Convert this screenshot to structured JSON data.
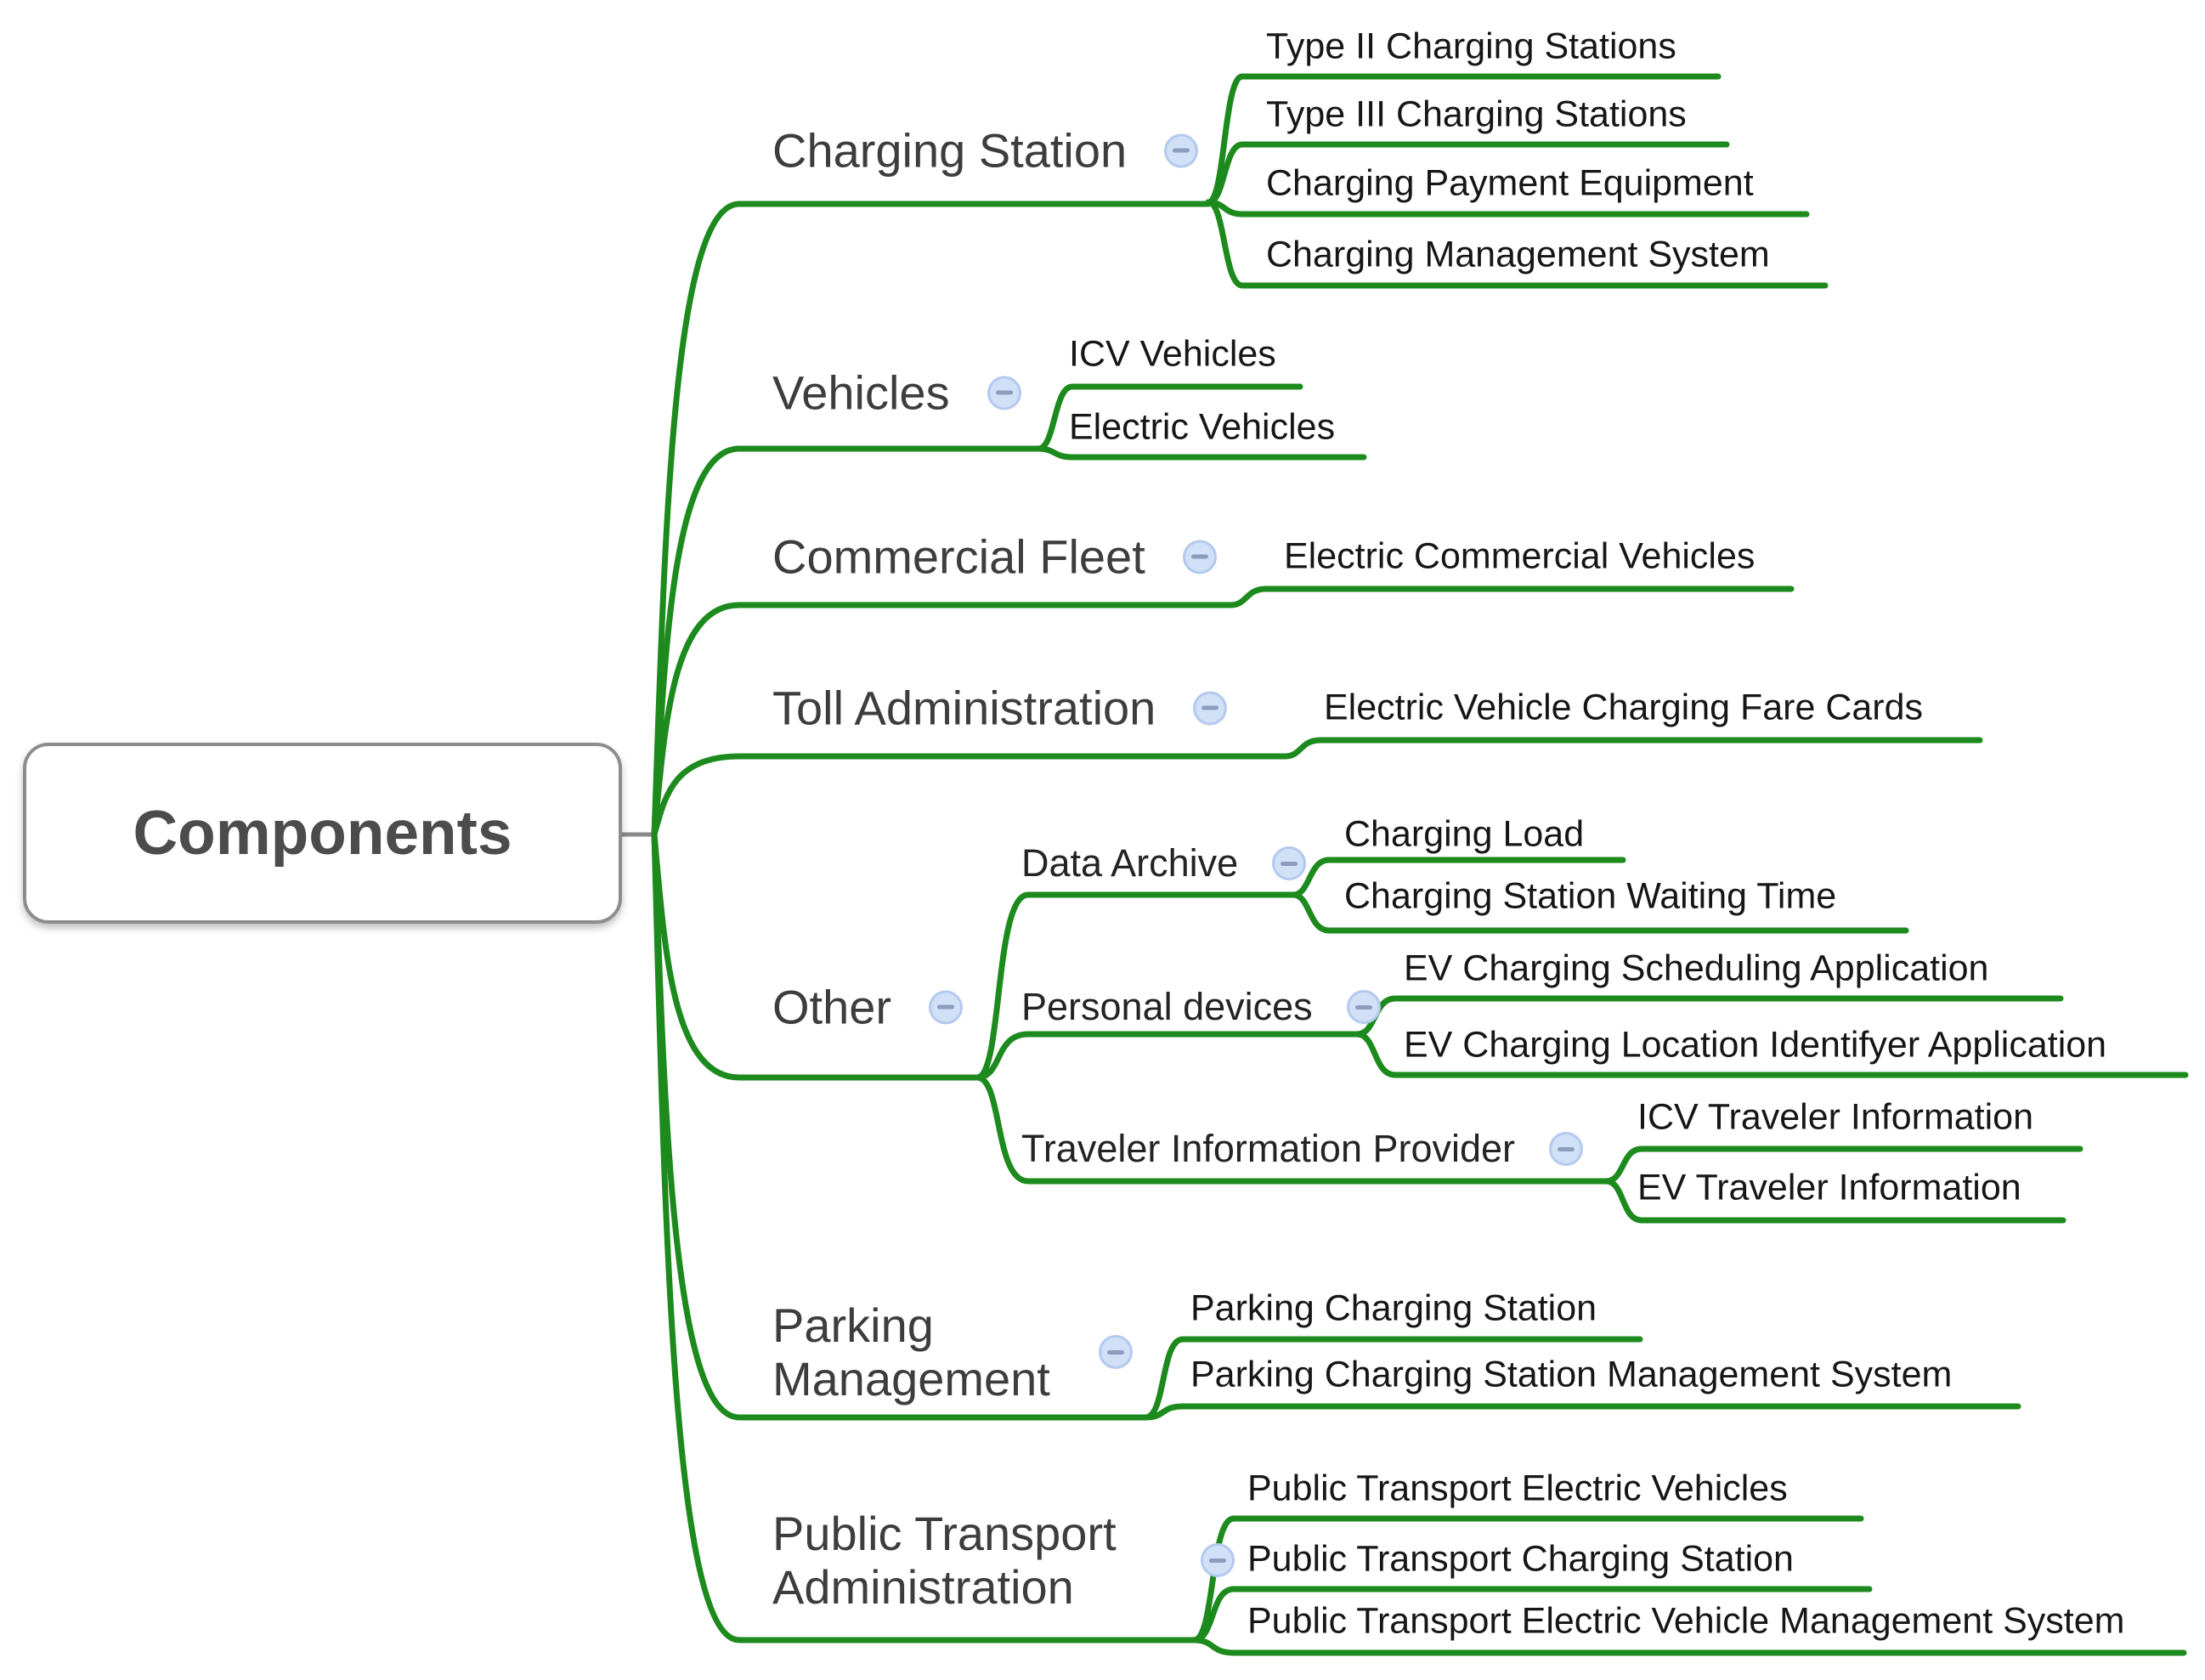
{
  "root": {
    "label": "Components"
  },
  "branches": [
    {
      "label": "Charging Station",
      "children": [
        {
          "label": "Type II Charging Stations"
        },
        {
          "label": "Type III Charging Stations"
        },
        {
          "label": "Charging Payment Equipment"
        },
        {
          "label": "Charging Management System"
        }
      ]
    },
    {
      "label": "Vehicles",
      "children": [
        {
          "label": "ICV Vehicles"
        },
        {
          "label": "Electric Vehicles"
        }
      ]
    },
    {
      "label": "Commercial Fleet",
      "children": [
        {
          "label": "Electric Commercial Vehicles"
        }
      ]
    },
    {
      "label": "Toll Administration",
      "children": [
        {
          "label": "Electric Vehicle Charging Fare Cards"
        }
      ]
    },
    {
      "label": "Other",
      "children": [
        {
          "label": "Data Archive",
          "children": [
            {
              "label": "Charging Load"
            },
            {
              "label": "Charging Station Waiting Time"
            }
          ]
        },
        {
          "label": "Personal devices",
          "children": [
            {
              "label": "EV Charging Scheduling Application"
            },
            {
              "label": "EV Charging Location Identifyer Application"
            }
          ]
        },
        {
          "label": "Traveler Information Provider",
          "children": [
            {
              "label": "ICV Traveler Information"
            },
            {
              "label": "EV Traveler Information"
            }
          ]
        }
      ]
    },
    {
      "label": "Parking Management",
      "children": [
        {
          "label": "Parking Charging Station"
        },
        {
          "label": "Parking Charging Station Management System"
        }
      ]
    },
    {
      "label": "Public Transport Administration",
      "children": [
        {
          "label": "Public Transport Electric Vehicles"
        },
        {
          "label": "Public Transport Charging Station"
        },
        {
          "label": "Public Transport Electric Vehicle Management System"
        }
      ]
    }
  ],
  "icons": {
    "collapse": "minus-circle"
  },
  "colors": {
    "branch_line": "#1d8a1d",
    "root_border": "#8d8d8d",
    "collapse_fill": "#cfe0f7",
    "collapse_border": "#b4c9ee",
    "collapse_glyph": "#8b9cbd",
    "leaf_text": "#161616",
    "branch_text": "#3d3d3d"
  }
}
